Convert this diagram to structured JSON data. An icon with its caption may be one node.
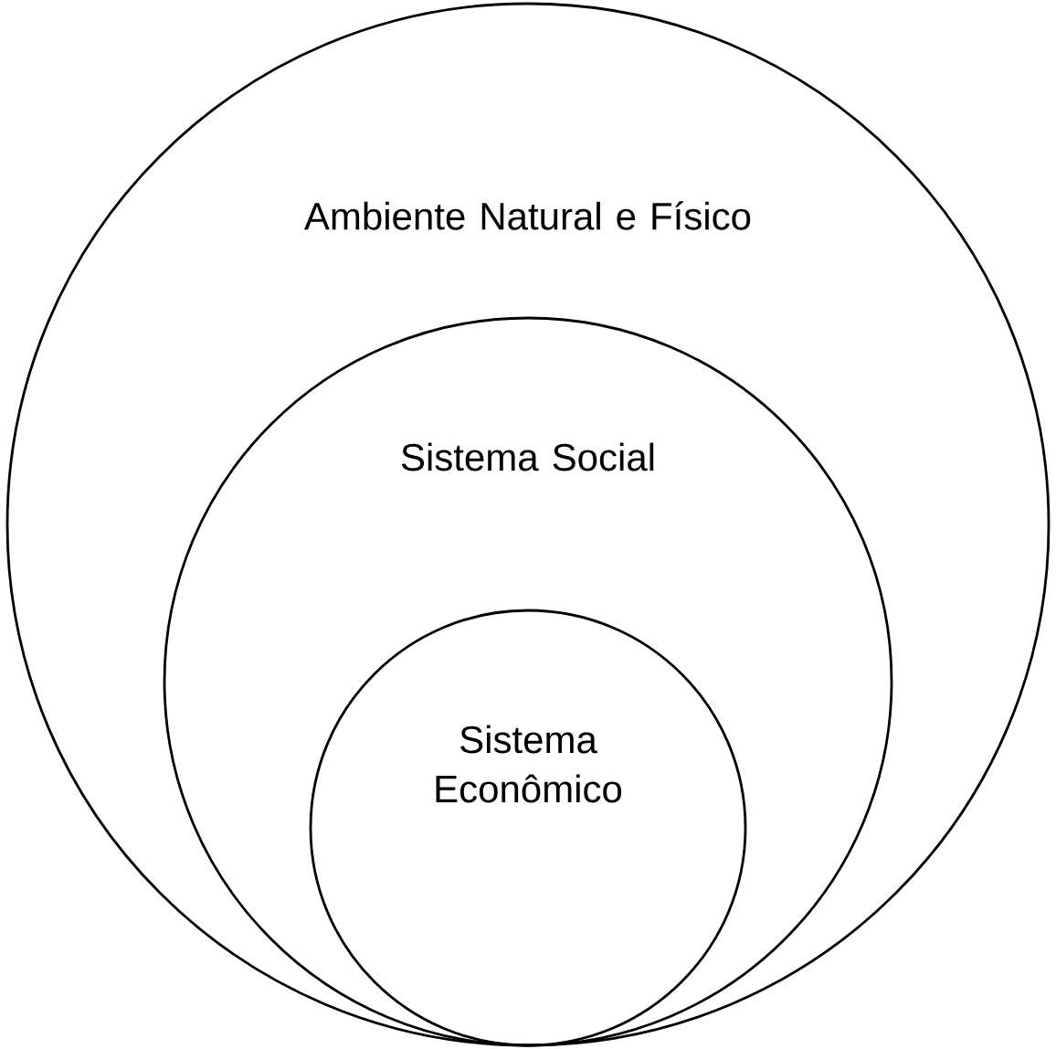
{
  "diagram": {
    "nodes": [
      {
        "text": [
          "Ambiente Natural e Físico"
        ]
      },
      {
        "text": [
          "Sistema Social"
        ],
        "in": 0
      },
      {
        "text": [
          "Sistema Econômico"
        ],
        "in": 1
      }
    ]
  }
}
